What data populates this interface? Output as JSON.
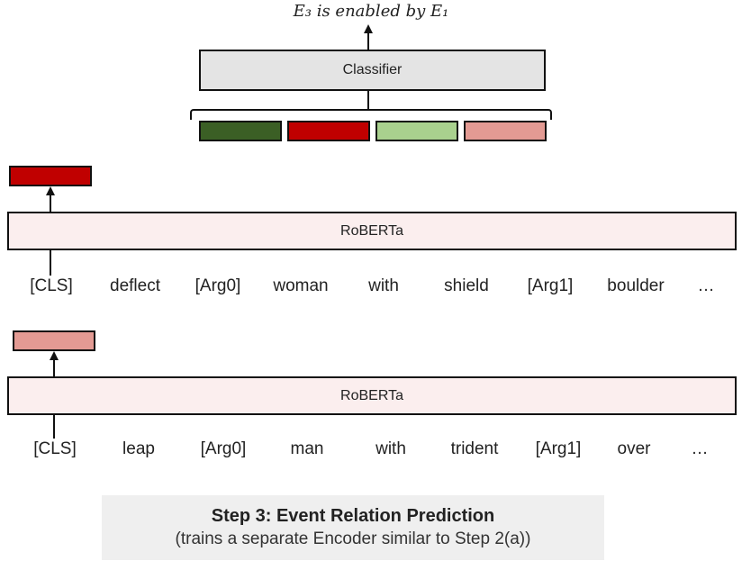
{
  "top": {
    "relation_label": "E₃ is enabled by E₁",
    "classifier_label": "Classifier",
    "embedding_colors": [
      "#3b5f25",
      "#c00000",
      "#a9d18e",
      "#e39a93"
    ]
  },
  "encoder1": {
    "label": "RoBERTa",
    "cls_color": "#c00000",
    "tokens": [
      "[CLS]",
      "deflect",
      "[Arg0]",
      "woman",
      "with",
      "shield",
      "[Arg1]",
      "boulder",
      "…"
    ]
  },
  "encoder2": {
    "label": "RoBERTa",
    "cls_color": "#e39a93",
    "tokens": [
      "[CLS]",
      "leap",
      "[Arg0]",
      "man",
      "with",
      "trident",
      "[Arg1]",
      "over",
      "…"
    ]
  },
  "caption": {
    "title": "Step 3: Event Relation Prediction",
    "subtitle": "(trains a separate Encoder similar to Step 2(a))"
  }
}
